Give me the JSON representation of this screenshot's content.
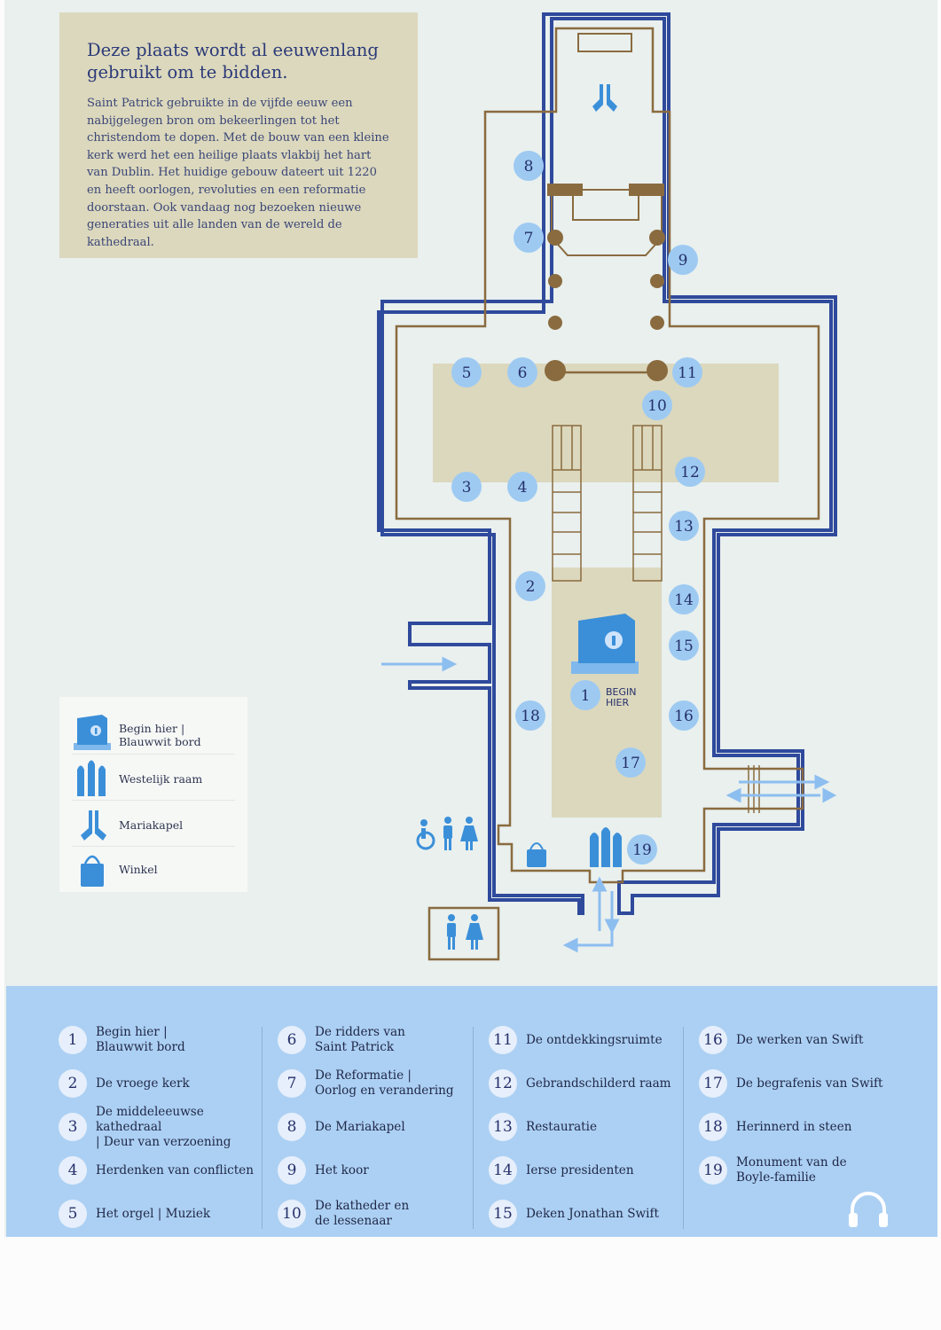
{
  "intro": {
    "title": "Deze plaats wordt al eeuwenlang gebruikt om te bidden.",
    "body": "Saint Patrick gebruikte in de vijfde eeuw een nabijgelegen bron om bekeerlingen tot het christendom te dopen. Met de bouw van een kleine kerk werd het een heilige plaats vlakbij het hart van Dublin. Het huidige gebouw dateert uit 1220 en heeft oorlogen, revoluties en een reformatie doorstaan. Ook vandaag nog bezoeken nieuwe generaties uit alle landen van de wereld de kathedraal."
  },
  "map": {
    "stops": [
      "1",
      "2",
      "3",
      "4",
      "5",
      "6",
      "7",
      "8",
      "9",
      "10",
      "11",
      "12",
      "13",
      "14",
      "15",
      "16",
      "17",
      "18",
      "19"
    ],
    "begin_label": "BEGIN\nHIER",
    "icons": [
      "info-board-icon",
      "praying-hands-icon",
      "west-window-icon",
      "shop-bag-icon",
      "wheelchair-icon",
      "toilets-icon",
      "arrow-icon"
    ]
  },
  "legend": {
    "items": [
      {
        "icon": "info-board-icon",
        "label": "Begin hier |\nBlauwwit bord"
      },
      {
        "icon": "west-window-icon",
        "label": "Westelijk raam"
      },
      {
        "icon": "praying-hands-icon",
        "label": "Mariakapel"
      },
      {
        "icon": "shop-bag-icon",
        "label": "Winkel"
      }
    ]
  },
  "key": {
    "columns": [
      [
        {
          "num": "1",
          "label": "Begin hier |\nBlauwwit bord"
        },
        {
          "num": "2",
          "label": "De vroege kerk"
        },
        {
          "num": "3",
          "label": "De middeleeuwse kathedraal\n| Deur van verzoening"
        },
        {
          "num": "4",
          "label": "Herdenken van conflicten"
        },
        {
          "num": "5",
          "label": "Het orgel | Muziek"
        }
      ],
      [
        {
          "num": "6",
          "label": "De ridders van\nSaint Patrick"
        },
        {
          "num": "7",
          "label": "De Reformatie |\nOorlog en verandering"
        },
        {
          "num": "8",
          "label": "De Mariakapel"
        },
        {
          "num": "9",
          "label": "Het koor"
        },
        {
          "num": "10",
          "label": "De katheder en\nde lessenaar"
        }
      ],
      [
        {
          "num": "11",
          "label": "De ontdekkingsruimte"
        },
        {
          "num": "12",
          "label": "Gebrandschilderd raam"
        },
        {
          "num": "13",
          "label": "Restauratie"
        },
        {
          "num": "14",
          "label": "Ierse presidenten"
        },
        {
          "num": "15",
          "label": "Deken Jonathan Swift"
        }
      ],
      [
        {
          "num": "16",
          "label": "De werken van Swift"
        },
        {
          "num": "17",
          "label": "De begrafenis van Swift"
        },
        {
          "num": "18",
          "label": "Herinnerd in steen"
        },
        {
          "num": "19",
          "label": "Monument van de\nBoyle-familie"
        }
      ]
    ],
    "audio_icon": "headphones-icon"
  },
  "colors": {
    "wall_blue": "#2f4a9c",
    "wall_tan": "#8a6b3f",
    "area_tan": "#dcd8bd",
    "marker_blue": "#9ecaf2",
    "icon_blue": "#3b8fd9",
    "key_bar": "#acd0f3",
    "text_navy": "#26306a"
  }
}
